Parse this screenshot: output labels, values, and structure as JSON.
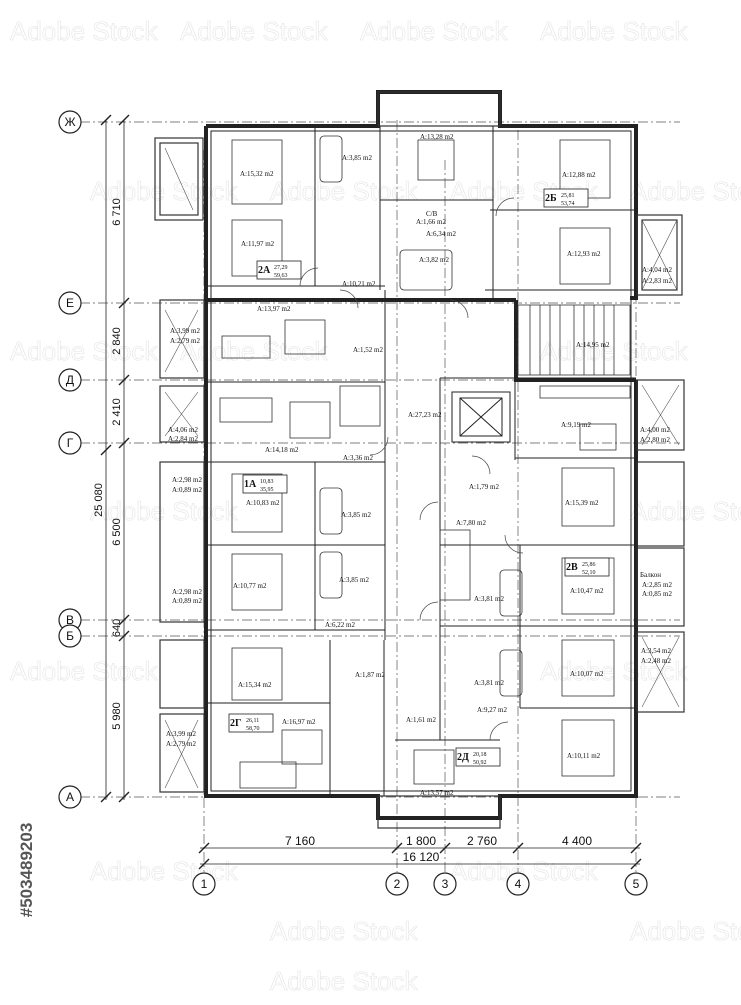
{
  "axes": {
    "rows": [
      "Ж",
      "Е",
      "Д",
      "Г",
      "В",
      "Б",
      "А"
    ],
    "cols": [
      "1",
      "2",
      "3",
      "4",
      "5"
    ]
  },
  "dimensions": {
    "vertical": [
      "6 710",
      "2 840",
      "2 410",
      "6 500",
      "640",
      "5 980"
    ],
    "overall_vertical": "25 080",
    "horizontal": [
      "7 160",
      "1 800",
      "2 760",
      "4 400"
    ],
    "overall_horizontal": "16 120"
  },
  "rooms": [
    "А:15,32 m2",
    "А:3,85 m2",
    "А:13,28 m2",
    "А:12,88 m2",
    "А:11,97 m2",
    "С/В",
    "А:1,66 m2",
    "А:6,34 m2",
    "А:12,93 m2",
    "А:3,82 m2",
    "А:10,21 m2",
    "А:4,04 m2",
    "А:2,83 m2",
    "А:13,97 m2",
    "А:3,99 m2",
    "А:2,79 m2",
    "А:1,52 m2",
    "А:14,95 m2",
    "А:27,23 m2",
    "А:9,19 m2",
    "А:4,06 m2",
    "А:2,84 m2",
    "А:14,18 m2",
    "А:4,00 m2",
    "А:2,80 m2",
    "А:3,36 m2",
    "А:1,79 m2",
    "А:15,39 m2",
    "А:2,98 m2",
    "А:0,89 m2",
    "А:10,83 m2",
    "А:3,85 m2",
    "А:7,80 m2",
    "А:10,77 m2",
    "А:3,85 m2",
    "А:3,81 m2",
    "А:10,47 m2",
    "Балкон",
    "А:2,85 m2",
    "А:0,85 m2",
    "А:2,98 m2",
    "А:0,89 m2",
    "А:6,22 m2",
    "А:15,34 m2",
    "А:1,87 m2",
    "А:3,81 m2",
    "А:10,07 m2",
    "А:3,54 m2",
    "А:2,48 m2",
    "А:16,97 m2",
    "А:9,27 m2",
    "А:10,11 m2",
    "А:3,99 m2",
    "А:2,79 m2",
    "А:1,61 m2",
    "А:13,57 m2"
  ],
  "apartments": [
    {
      "id": "2А",
      "living": "27,29",
      "total": "59,63"
    },
    {
      "id": "2Б",
      "living": "25,81",
      "total": "53,74"
    },
    {
      "id": "1А",
      "living": "10,83",
      "total": "35,95"
    },
    {
      "id": "2В",
      "living": "25,86",
      "total": "52,10"
    },
    {
      "id": "2Г",
      "living": "26,11",
      "total": "58,70"
    },
    {
      "id": "2Д",
      "living": "20,18",
      "total": "50,92"
    }
  ],
  "stock_id": "#503489203",
  "watermark": "Adobe Stock"
}
